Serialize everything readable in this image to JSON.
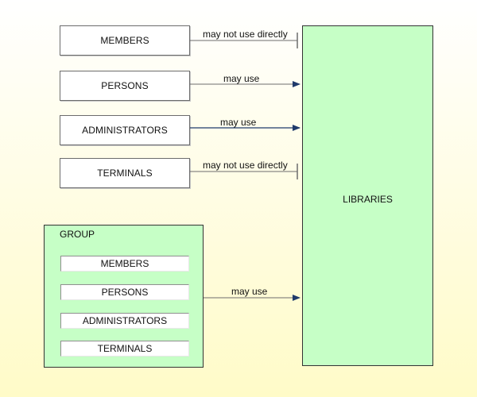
{
  "entities": {
    "members": "MEMBERS",
    "persons": "PERSONS",
    "administrators": "ADMINISTRATORS",
    "terminals": "TERMINALS"
  },
  "group": {
    "title": "GROUP",
    "members": [
      "MEMBERS",
      "PERSONS",
      "ADMINISTRATORS",
      "TERMINALS"
    ]
  },
  "target": {
    "label": "LIBRARIES"
  },
  "relations": {
    "members": "may not use directly",
    "persons": "may use",
    "administrators": "may use",
    "terminals": "may not use directly",
    "group": "may use"
  },
  "colors": {
    "box_fill": "#c6ffc6",
    "arrow": "#1f3a6b",
    "blocked_line": "#6c6c6c"
  }
}
